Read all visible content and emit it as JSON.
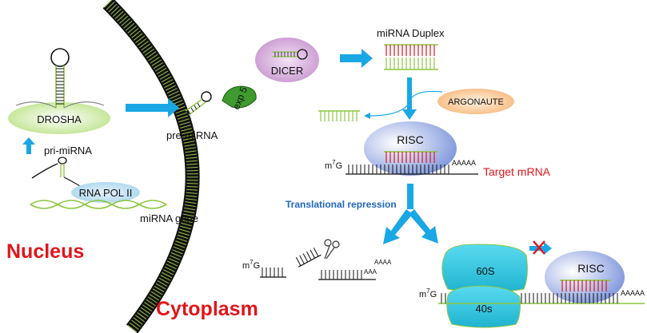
{
  "labels": {
    "nucleus": "Nucleus",
    "cytoplasm": "Cytoplasm",
    "drosha": "DROSHA",
    "pri_mirna": "pri-miRNA",
    "rna_pol": "RNA POL II",
    "mirna_gene": "miRNA gene",
    "pre_mirna": "pre-miRNA",
    "exp5": "exp 5",
    "dicer": "DICER",
    "mirna_duplex": "miRNA Duplex",
    "argonaute": "ARGONAUTE",
    "risc": "RISC",
    "m7g_main": "m",
    "sup7": "7",
    "g": "G",
    "polyA_main": "AAAAA",
    "target_mrna": "Target mRNA",
    "translational_repression": "Translational repression",
    "m7g_left": "m",
    "aaa_small": "AAA",
    "aaaa_small": "AAAA",
    "ribo_60s": "60S",
    "ribo_40s": "40s",
    "risc_2": "RISC",
    "polyA_right": "AAAAA"
  },
  "colors": {
    "arrow": "#1aa7e6",
    "red_label": "#e0161b",
    "blue_label": "#2166c0",
    "rna_green": "#8bc63f",
    "mirna_red": "#e0161b",
    "membrane": "#111111",
    "ribosome": "#2ec4dc"
  }
}
